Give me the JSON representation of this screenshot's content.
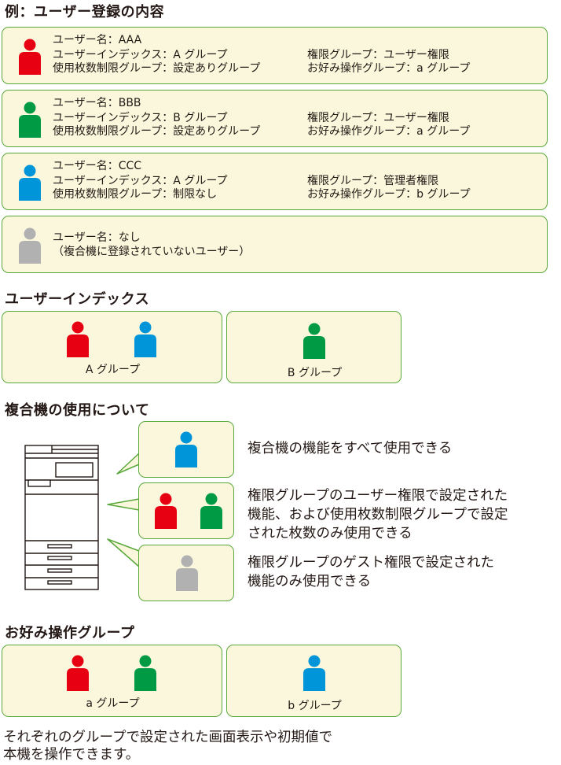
{
  "example": {
    "heading": "例：ユーザー登録の内容",
    "users": [
      {
        "name": "ユーザー名：AAA",
        "index": "ユーザーインデックス：A グループ",
        "limit": "使用枚数制限グループ：設定ありグループ",
        "auth": "権限グループ：ユーザー権限",
        "fav": "お好み操作グループ：a グループ",
        "color": "#e60012"
      },
      {
        "name": "ユーザー名：BBB",
        "index": "ユーザーインデックス：B グループ",
        "limit": "使用枚数制限グループ：設定ありグループ",
        "auth": "権限グループ：ユーザー権限",
        "fav": "お好み操作グループ：a グループ",
        "color": "#009a44"
      },
      {
        "name": "ユーザー名：CCC",
        "index": "ユーザーインデックス：A グループ",
        "limit": "使用枚数制限グループ：制限なし",
        "auth": "権限グループ：管理者権限",
        "fav": "お好み操作グループ：b グループ",
        "color": "#0095d9"
      },
      {
        "name": "ユーザー名：なし",
        "note": "（複合機に登録されていないユーザー）",
        "color": "#b1b1b1"
      }
    ]
  },
  "user_index": {
    "heading": "ユーザーインデックス",
    "groups": [
      {
        "label": "A グループ"
      },
      {
        "label": "B グループ"
      }
    ]
  },
  "mfp_usage": {
    "heading": "複合機の使用について",
    "rows": [
      {
        "lines": [
          "複合機の機能をすべて使用できる"
        ]
      },
      {
        "lines": [
          "権限グループのユーザー権限で設定された",
          "機能、および使用枚数制限グループで設定",
          "された枚数のみ使用できる"
        ]
      },
      {
        "lines": [
          "権限グループのゲスト権限で設定された",
          "機能のみ使用できる"
        ]
      }
    ]
  },
  "favorite": {
    "heading": "お好み操作グループ",
    "groups": [
      {
        "label": "a グループ"
      },
      {
        "label": "b グループ"
      }
    ],
    "note_lines": [
      "それぞれのグループで設定された画面表示や初期値で",
      "本機を操作できます。"
    ]
  },
  "colors": {
    "red": "#e60012",
    "green": "#009a44",
    "blue": "#0095d9",
    "gray": "#b1b1b1",
    "box_fill": "#fbf7dc",
    "box_border": "#5aa83c"
  }
}
